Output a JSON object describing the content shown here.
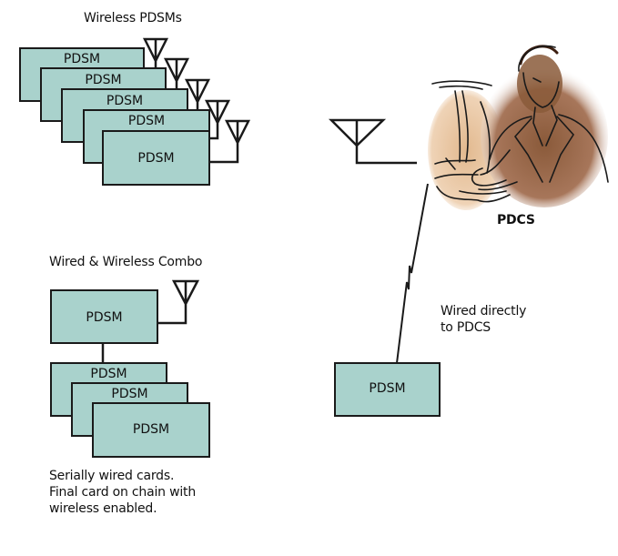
{
  "diagram": {
    "sections": {
      "wireless": {
        "title": "Wireless PDSMs",
        "cards": [
          "PDSM",
          "PDSM",
          "PDSM",
          "PDSM",
          "PDSM"
        ]
      },
      "combo": {
        "title": "Wired & Wireless Combo",
        "head_card": "PDSM",
        "chain_cards": [
          "PDSM",
          "PDSM",
          "PDSM"
        ],
        "caption_lines": [
          "Serially wired cards.",
          "Final card on chain with",
          "wireless enabled."
        ]
      },
      "direct": {
        "card": "PDSM",
        "caption_lines": [
          "Wired directly",
          "to PDCS"
        ]
      },
      "station": {
        "label": "PDCS",
        "illustration": "person-at-computer"
      }
    },
    "colors": {
      "card_fill": "#a9d2cc",
      "line": "#1a1a1a",
      "skin": "#e8c4a0",
      "suit": "#9b6a48"
    }
  }
}
